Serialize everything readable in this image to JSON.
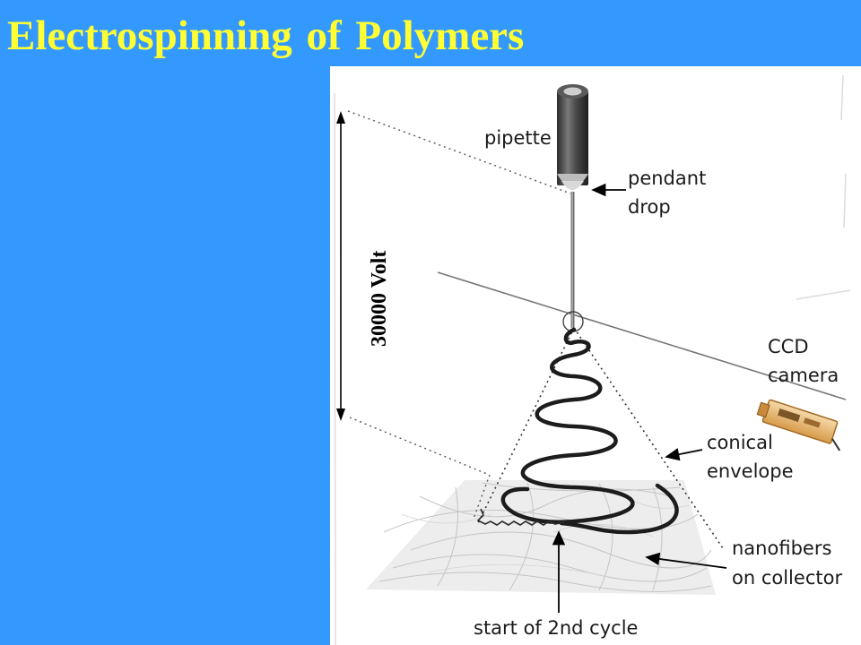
{
  "title": "Electrospinning of Polymers",
  "diagram": {
    "voltage_label": "30000 Volt",
    "labels": {
      "pipette": "pipette",
      "pendant_1": "pendant",
      "pendant_2": "drop",
      "ccd_1": "CCD",
      "ccd_2": "camera",
      "conical_1": "conical",
      "conical_2": "envelope",
      "nano_1": "nanofibers",
      "nano_2": "on collector",
      "cycle": "start of 2nd cycle"
    }
  }
}
